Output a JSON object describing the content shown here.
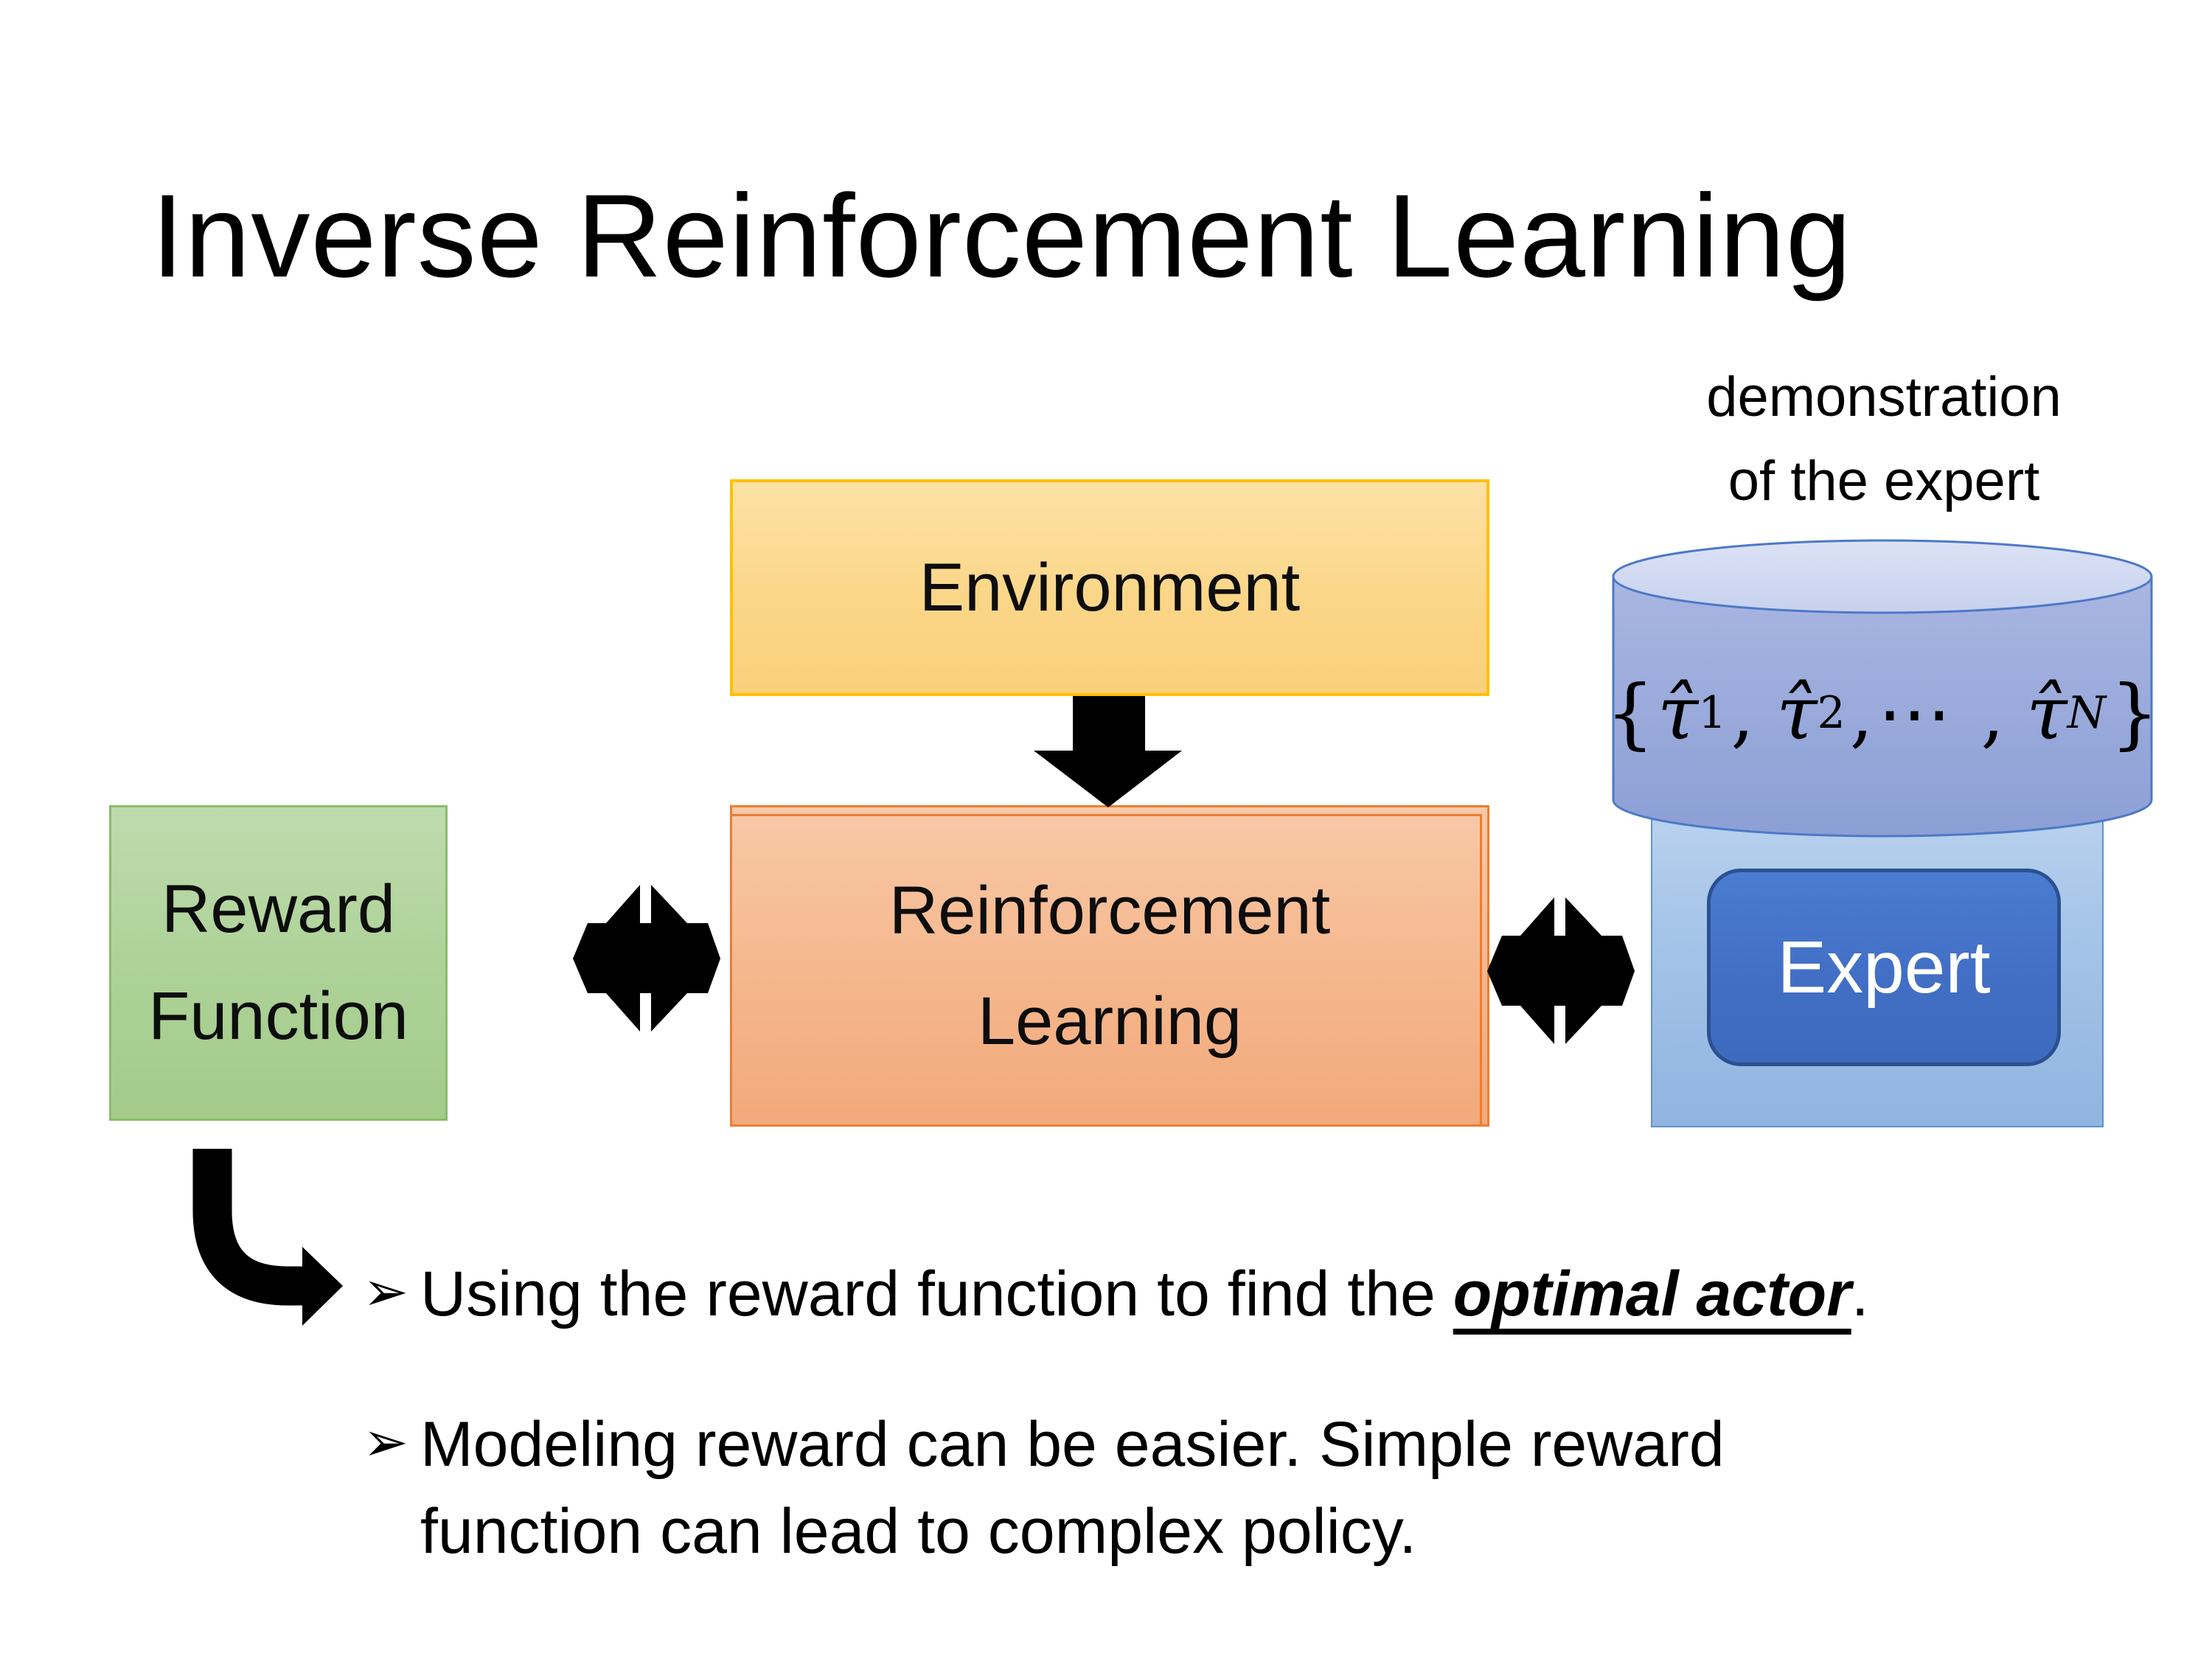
{
  "title": "Inverse Reinforcement Learning",
  "annotation": {
    "line1": "demonstration",
    "line2": "of the expert"
  },
  "boxes": {
    "environment": {
      "label": "Environment",
      "fill_top": "#FCE2A6",
      "fill_bottom": "#FAD07C",
      "border": "#FFC000"
    },
    "reward": {
      "line1": "Reward",
      "line2": "Function",
      "fill_top": "#BEDBAE",
      "fill_bottom": "#A3CB8A",
      "border": "#89BD68"
    },
    "reinforcement_learning": {
      "line1": "Reinforcement",
      "line2": "Learning",
      "fill_top": "#F8C9A8",
      "fill_bottom": "#F2A97B",
      "border": "#ED7D31"
    },
    "expert": {
      "label": "Expert",
      "fill": "#4272C6",
      "border": "#2B5191",
      "text_color": "#FFFFFF"
    },
    "expert_panel": {
      "fill_top": "#BFD6F0",
      "fill_bottom": "#90B5E0",
      "border": "#6191CC"
    },
    "cylinder": {
      "body_top": "#AAB6E1",
      "body_bottom": "#8C9FD5",
      "top_ellipse": "#D5DCF2",
      "border": "#4C79C7"
    }
  },
  "trajectory_set": {
    "open": "{",
    "tau": "τ̂",
    "sub1": "1",
    "sub2": "2",
    "comma": ",",
    "dots": "⋯",
    "subN": "N",
    "close": "}"
  },
  "bullets": [
    {
      "marker": "➢",
      "prefix": "Using the reward function to find the ",
      "emphasis": "optimal actor",
      "suffix": "."
    },
    {
      "marker": "➢",
      "text": "Modeling reward can be easier. Simple reward function can lead to complex policy."
    }
  ],
  "arrow_color": "#000000"
}
